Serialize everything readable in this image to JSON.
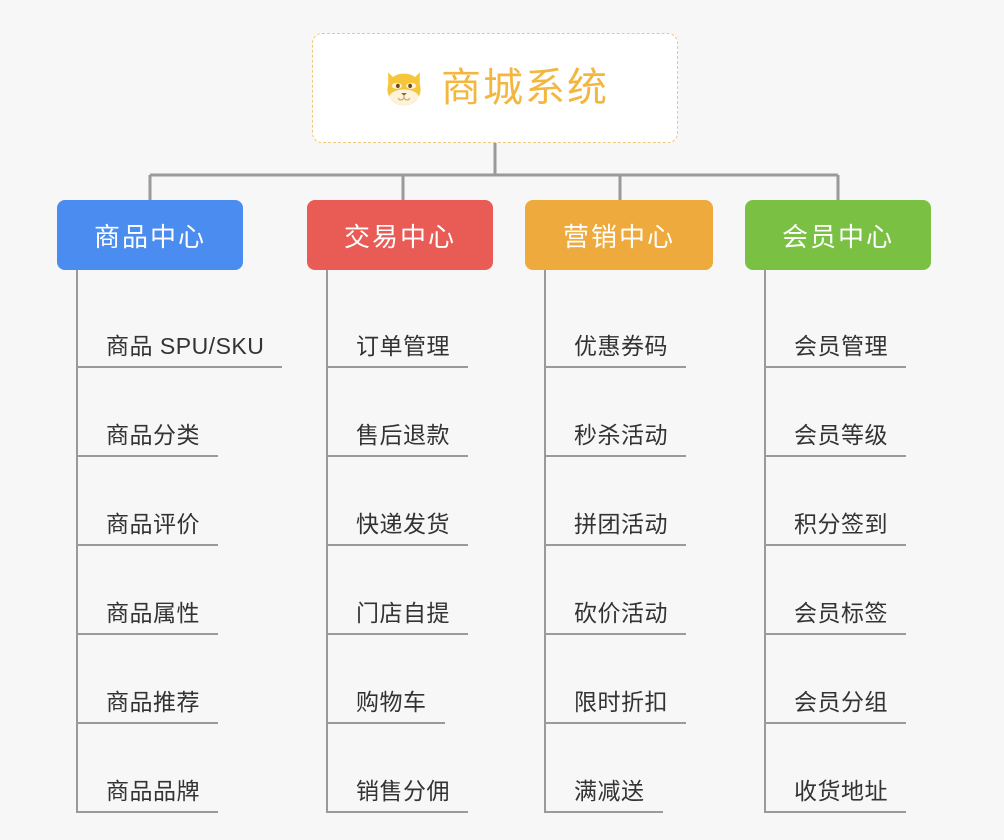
{
  "page": {
    "background_color": "#f7f7f7",
    "type": "mindmap-org-chart"
  },
  "root": {
    "title": "商城系统",
    "icon": "shiba-dog-face-icon",
    "text_color": "#f3b740",
    "border_color": "#eec87a",
    "background_color": "#ffffff"
  },
  "connector": {
    "color": "#9a9a9a"
  },
  "categories": [
    {
      "label": "商品中心",
      "color": "#4a8cf0",
      "items": [
        {
          "label": "商品 SPU/SKU"
        },
        {
          "label": "商品分类"
        },
        {
          "label": "商品评价"
        },
        {
          "label": "商品属性"
        },
        {
          "label": "商品推荐"
        },
        {
          "label": "商品品牌"
        }
      ]
    },
    {
      "label": "交易中心",
      "color": "#e95b55",
      "items": [
        {
          "label": "订单管理"
        },
        {
          "label": "售后退款"
        },
        {
          "label": "快递发货"
        },
        {
          "label": "门店自提"
        },
        {
          "label": "购物车"
        },
        {
          "label": "销售分佣"
        }
      ]
    },
    {
      "label": "营销中心",
      "color": "#eeaa3c",
      "items": [
        {
          "label": "优惠券码"
        },
        {
          "label": "秒杀活动"
        },
        {
          "label": "拼团活动"
        },
        {
          "label": "砍价活动"
        },
        {
          "label": "限时折扣"
        },
        {
          "label": "满减送"
        }
      ]
    },
    {
      "label": "会员中心",
      "color": "#7ac143",
      "items": [
        {
          "label": "会员管理"
        },
        {
          "label": "会员等级"
        },
        {
          "label": "积分签到"
        },
        {
          "label": "会员标签"
        },
        {
          "label": "会员分组"
        },
        {
          "label": "收货地址"
        }
      ]
    }
  ]
}
